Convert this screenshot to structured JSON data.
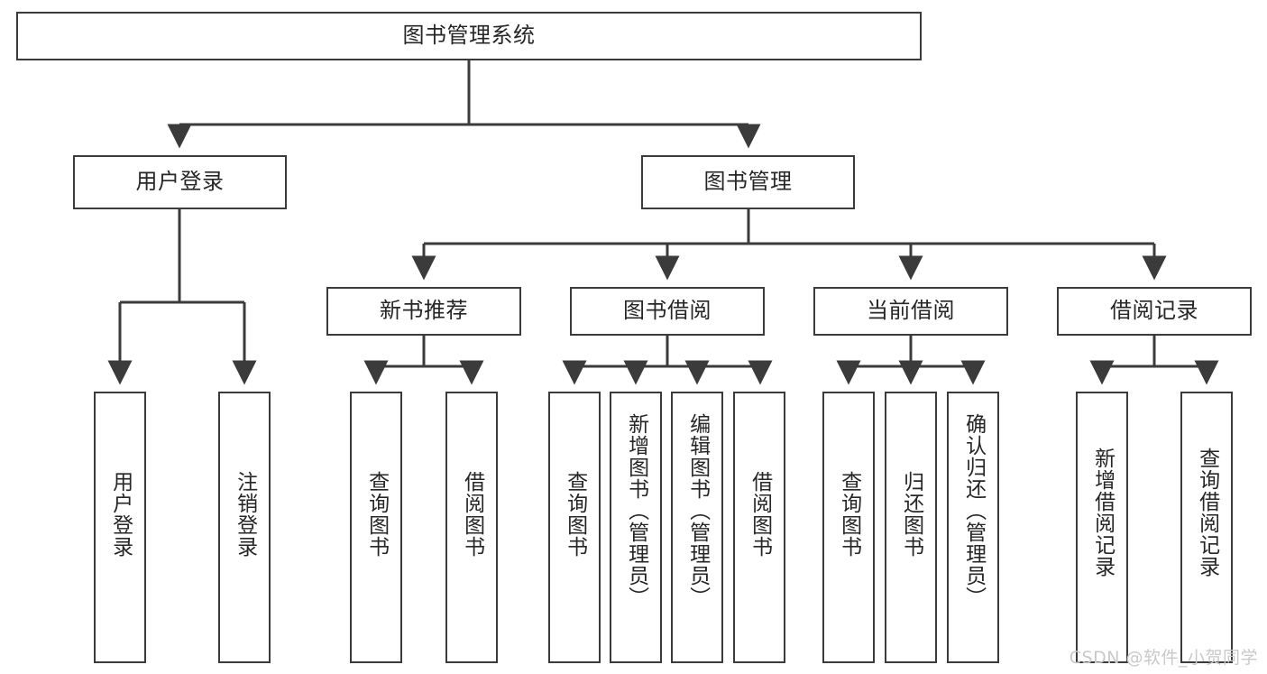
{
  "diagram": {
    "type": "tree",
    "title": "图书管理系统",
    "orientation": "top-down",
    "line_color": "#3b3b3b",
    "box_fill": "#ffffff",
    "text_color": "#262626",
    "watermark": "CSDN @软件_小贺同学"
  },
  "nodes": {
    "root": {
      "label": "图书管理系统"
    },
    "level2": [
      {
        "label": "用户登录"
      },
      {
        "label": "图书管理"
      }
    ],
    "level3": [
      {
        "label": "新书推荐"
      },
      {
        "label": "图书借阅"
      },
      {
        "label": "当前借阅"
      },
      {
        "label": "借阅记录"
      }
    ],
    "leaves": {
      "user_login": [
        {
          "label": "用户登录"
        },
        {
          "label": "注销登录"
        }
      ],
      "new_book": [
        {
          "label": "查询图书"
        },
        {
          "label": "借阅图书"
        }
      ],
      "book_borrow": [
        {
          "label": "查询图书"
        },
        {
          "label": "新增图书（管理员）"
        },
        {
          "label": "编辑图书（管理员）"
        },
        {
          "label": "借阅图书"
        }
      ],
      "current_borrow": [
        {
          "label": "查询图书"
        },
        {
          "label": "归还图书"
        },
        {
          "label": "确认归还（管理员）"
        }
      ],
      "borrow_record": [
        {
          "label": "新增借阅记录"
        },
        {
          "label": "查询借阅记录"
        }
      ]
    }
  }
}
